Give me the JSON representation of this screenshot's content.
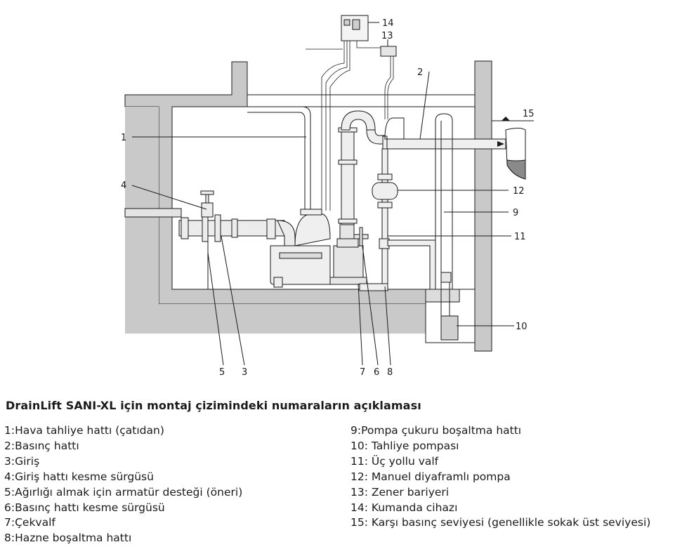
{
  "diagram": {
    "callouts": [
      "1",
      "2",
      "3",
      "4",
      "5",
      "6",
      "7",
      "8",
      "9",
      "10",
      "11",
      "12",
      "13",
      "14",
      "15"
    ]
  },
  "legend": {
    "title": "DrainLift SANI-XL için montaj çizimindeki numaraların açıklaması",
    "left": [
      {
        "num": "1:",
        "text": "Hava tahliye hattı (çatıdan)"
      },
      {
        "num": "2:",
        "text": "Basınç hattı"
      },
      {
        "num": "3:",
        "text": "Giriş"
      },
      {
        "num": "4:",
        "text": "Giriş hattı kesme sürgüsü"
      },
      {
        "num": "5:",
        "text": "Ağırlığı almak için armatür desteği (öneri)"
      },
      {
        "num": "6:",
        "text": "Basınç hattı kesme sürgüsü"
      },
      {
        "num": "7:",
        "text": "Çekvalf"
      },
      {
        "num": "8:",
        "text": "Hazne boşaltma hattı"
      }
    ],
    "right": [
      {
        "num": "9:",
        "text": "Pompa çukuru boşaltma hattı"
      },
      {
        "num": "10:",
        "text": " Tahliye pompası"
      },
      {
        "num": "11:",
        "text": " Üç yollu valf"
      },
      {
        "num": "12:",
        "text": " Manuel diyaframlı pompa"
      },
      {
        "num": "13:",
        "text": " Zener bariyeri"
      },
      {
        "num": "14:",
        "text": " Kumanda cihazı"
      },
      {
        "num": "15:",
        "text": " Karşı basınç seviyesi (genellikle sokak üst seviyesi)"
      }
    ]
  },
  "colors": {
    "wall": "#c9c9c9",
    "background": "#ffffff",
    "line": "#1a1a1a",
    "water": "#8a8a8a"
  }
}
